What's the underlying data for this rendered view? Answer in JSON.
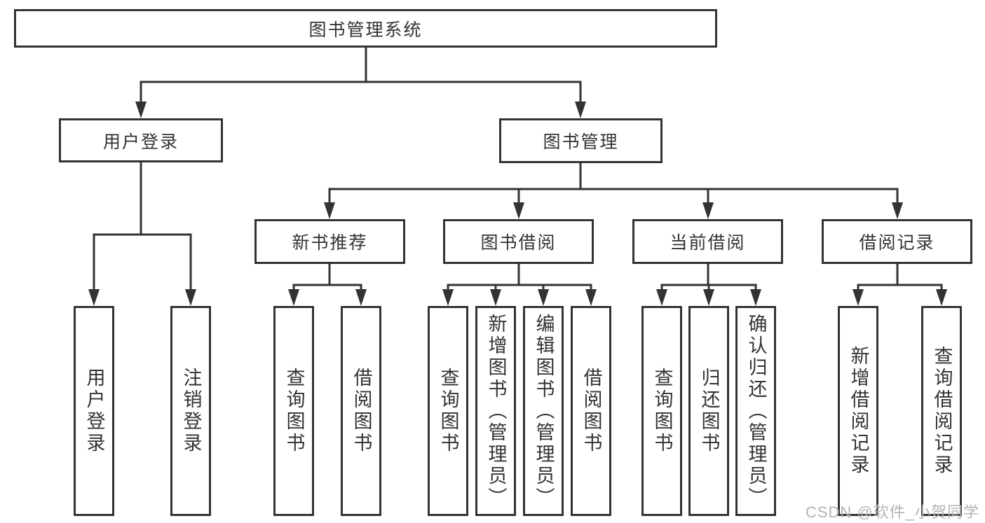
{
  "tree": {
    "root": "图书管理系统",
    "branches": [
      {
        "label": "用户登录",
        "children": [
          "用户登录",
          "注销登录"
        ]
      },
      {
        "label": "图书管理",
        "children": [
          {
            "label": "新书推荐",
            "children": [
              "查询图书",
              "借阅图书"
            ]
          },
          {
            "label": "图书借阅",
            "children": [
              "查询图书",
              "新增图书（管理员）",
              "编辑图书（管理员）",
              "借阅图书"
            ]
          },
          {
            "label": "当前借阅",
            "children": [
              "查询图书",
              "归还图书",
              "确认归还（管理员）"
            ]
          },
          {
            "label": "借阅记录",
            "children": [
              "新增借阅记录",
              "查询借阅记录"
            ]
          }
        ]
      }
    ]
  },
  "watermark": "CSDN @软件_小贺同学",
  "colors": {
    "line": "#333333",
    "text": "#333333",
    "background": "#ffffff",
    "watermark": "#b3b3b3"
  }
}
